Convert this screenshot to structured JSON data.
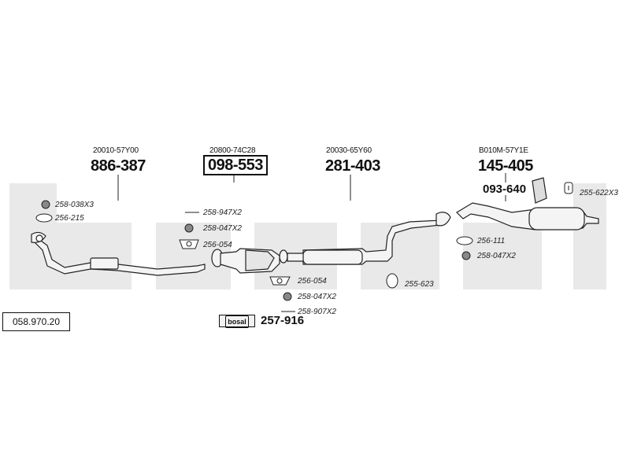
{
  "catalog_number": "058.970.20",
  "brand_tag": "bosal",
  "parts": [
    {
      "id": "front-pipe",
      "oem": "20010-57Y00",
      "number": "886-387",
      "boxed": false
    },
    {
      "id": "catalyst",
      "oem": "20800-74C28",
      "number": "098-553",
      "boxed": true
    },
    {
      "id": "middle-silencer",
      "oem": "20030-65Y60",
      "number": "281-403",
      "boxed": false
    },
    {
      "id": "rear-silencer",
      "oem": "B010M-57Y1E",
      "number": "145-405",
      "boxed": false
    }
  ],
  "extra_parts": {
    "heat_shield_number": "093-640",
    "mount_kit_number": "257-916"
  },
  "accessories": [
    {
      "id": "gasket-clamp-1",
      "code": "258-038X3"
    },
    {
      "id": "ring-1",
      "code": "256-215"
    },
    {
      "id": "bolt-1",
      "code": "258-947X2"
    },
    {
      "id": "nut-1",
      "code": "258-047X2"
    },
    {
      "id": "gasket-1",
      "code": "256-054"
    },
    {
      "id": "gasket-2",
      "code": "256-054"
    },
    {
      "id": "nut-2",
      "code": "258-047X2"
    },
    {
      "id": "bolt-2",
      "code": "258-907X2"
    },
    {
      "id": "rubber-mount",
      "code": "255-623"
    },
    {
      "id": "ring-2",
      "code": "256-111"
    },
    {
      "id": "nut-3",
      "code": "258-047X2"
    },
    {
      "id": "hanger",
      "code": "255-622X3"
    }
  ],
  "colors": {
    "watermark": "#e9e9e9",
    "line": "#222222",
    "pipe_fill": "#f4f4f4"
  }
}
